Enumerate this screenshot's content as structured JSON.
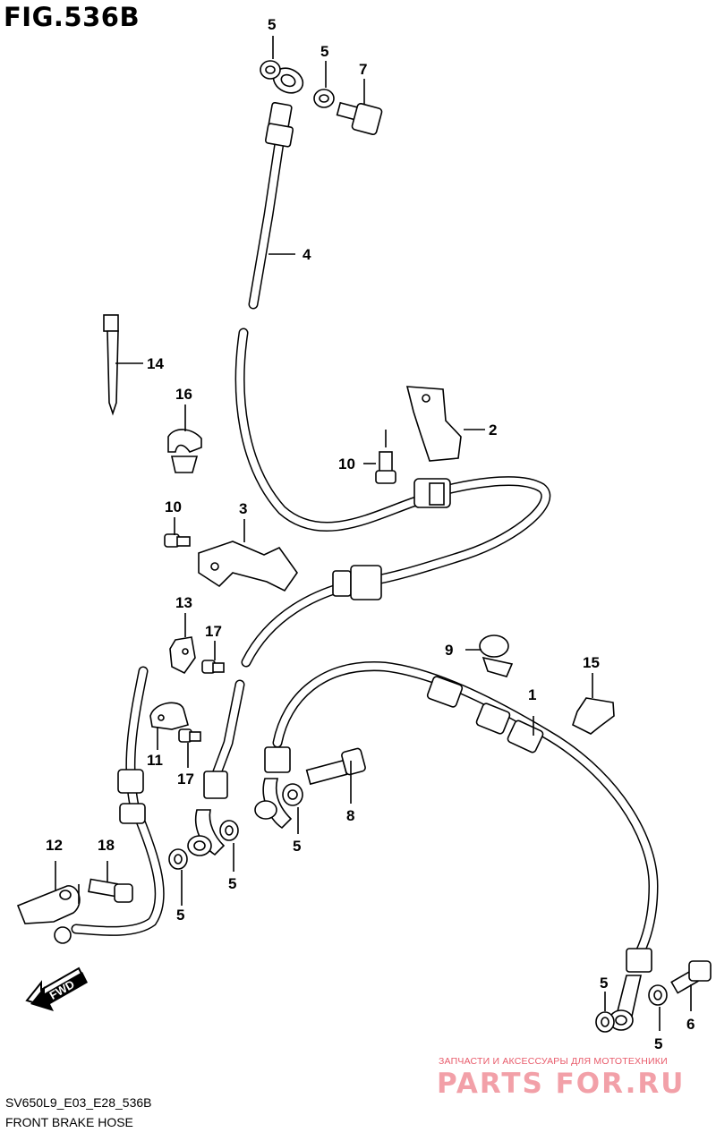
{
  "figure": {
    "title": "FIG.536B",
    "code": "SV650L9_E03_E28_536B",
    "description": "FRONT BRAKE HOSE"
  },
  "callouts": [
    {
      "id": "c5a",
      "label": "5"
    },
    {
      "id": "c5b",
      "label": "5"
    },
    {
      "id": "c7",
      "label": "7"
    },
    {
      "id": "c4",
      "label": "4"
    },
    {
      "id": "c14",
      "label": "14"
    },
    {
      "id": "c16",
      "label": "16"
    },
    {
      "id": "c2",
      "label": "2"
    },
    {
      "id": "c10a",
      "label": "10"
    },
    {
      "id": "c10b",
      "label": "10"
    },
    {
      "id": "c3",
      "label": "3"
    },
    {
      "id": "c13",
      "label": "13"
    },
    {
      "id": "c17a",
      "label": "17"
    },
    {
      "id": "c9",
      "label": "9"
    },
    {
      "id": "c15",
      "label": "15"
    },
    {
      "id": "c1",
      "label": "1"
    },
    {
      "id": "c11",
      "label": "11"
    },
    {
      "id": "c17b",
      "label": "17"
    },
    {
      "id": "c8",
      "label": "8"
    },
    {
      "id": "c5c",
      "label": "5"
    },
    {
      "id": "c12",
      "label": "12"
    },
    {
      "id": "c18",
      "label": "18"
    },
    {
      "id": "c5d",
      "label": "5"
    },
    {
      "id": "c5e",
      "label": "5"
    },
    {
      "id": "c5f",
      "label": "5"
    },
    {
      "id": "c6",
      "label": "6"
    },
    {
      "id": "c5g",
      "label": "5"
    }
  ],
  "fwd_label": "FWD",
  "watermark": {
    "tagline": "ЗАПЧАСТИ И АКСЕССУАРЫ ДЛЯ МОТОТЕХНИКИ",
    "brand": "PARTS FOR.RU"
  }
}
